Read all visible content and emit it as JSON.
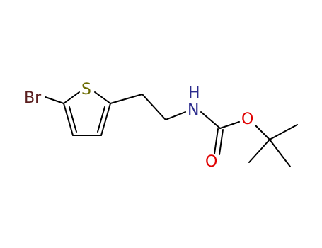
{
  "molecule": {
    "atom_labels": {
      "bromine": "Br",
      "sulfur": "S",
      "nitrogen_hydrogen": "H",
      "nitrogen": "N",
      "ester_oxygen": "O",
      "carbonyl_oxygen": "O"
    },
    "colors": {
      "bond": "#000000",
      "bromine": "#5a1e1e",
      "sulfur": "#6b6b00",
      "nitrogen": "#2a2a8c",
      "oxygen": "#e00000"
    }
  }
}
